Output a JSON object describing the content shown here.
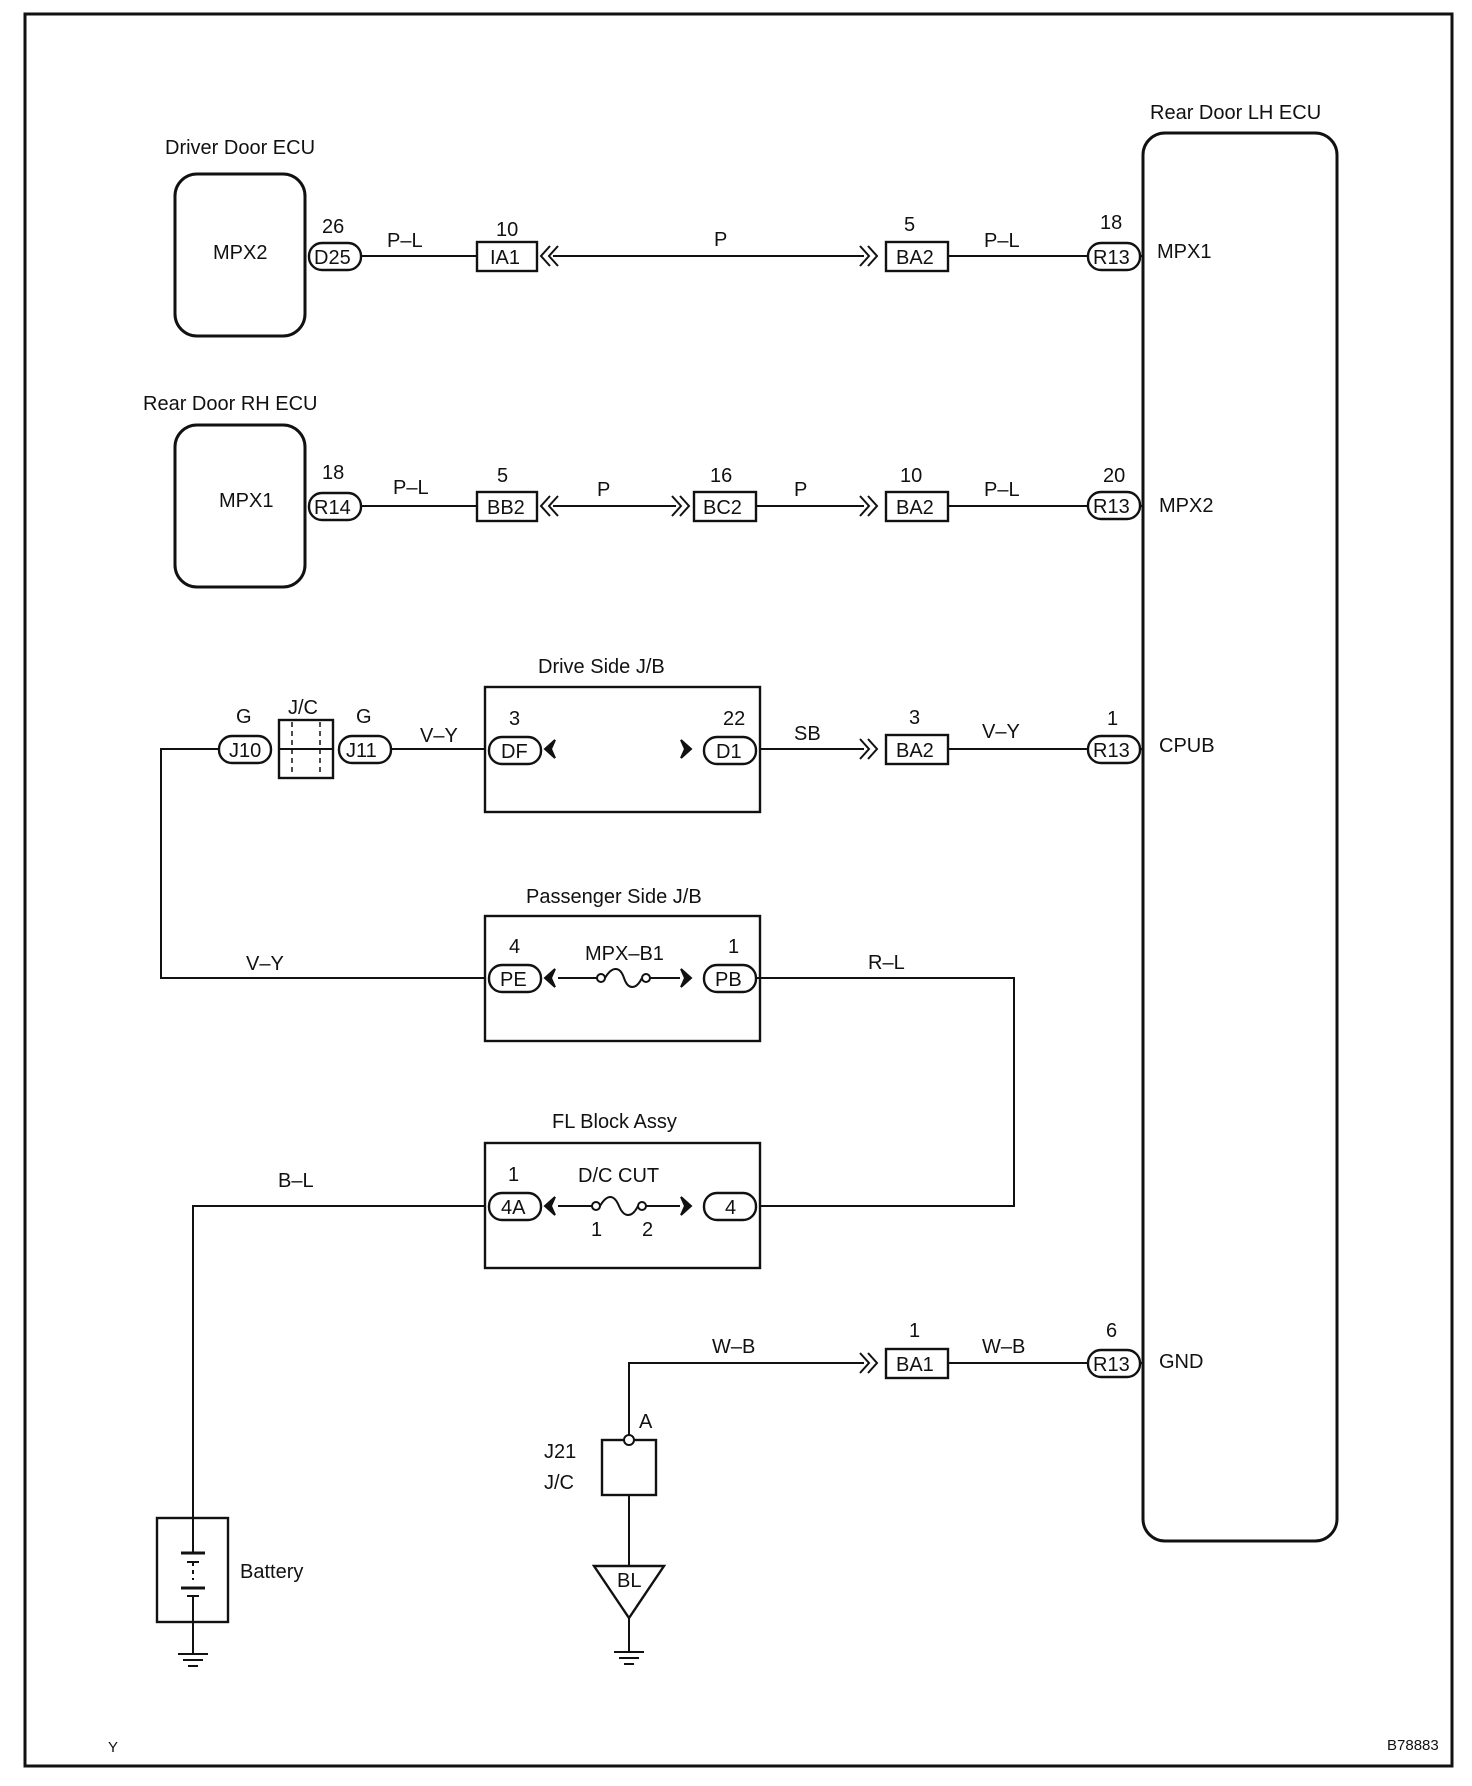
{
  "ecus": {
    "driver_door": {
      "title": "Driver Door ECU",
      "terminal": "MPX2"
    },
    "rear_rh": {
      "title": "Rear Door RH ECU",
      "terminal": "MPX1"
    },
    "rear_lh": {
      "title": "Rear Door LH ECU",
      "terminals": [
        "MPX1",
        "MPX2",
        "CPUB",
        "GND"
      ]
    }
  },
  "circuit1": {
    "d25_pin": "26",
    "d25": "D25",
    "wire_a": "P–L",
    "ia1_pin": "10",
    "ia1": "IA1",
    "wire_b": "P",
    "ba2_pin": "5",
    "ba2": "BA2",
    "wire_c": "P–L",
    "r13_pin": "18",
    "r13": "R13"
  },
  "circuit2": {
    "r14_pin": "18",
    "r14": "R14",
    "wire_a": "P–L",
    "bb2_pin": "5",
    "bb2": "BB2",
    "wire_b": "P",
    "bc2_pin": "16",
    "bc2": "BC2",
    "wire_c": "P",
    "ba2_pin": "10",
    "ba2": "BA2",
    "wire_d": "P–L",
    "r13_pin": "20",
    "r13": "R13"
  },
  "circuit3": {
    "jb_title": "Drive Side J/B",
    "jc_label": "J/C",
    "g_left": "G",
    "j10": "J10",
    "g_right": "G",
    "j11": "J11",
    "wire_a": "V–Y",
    "df_pin": "3",
    "df": "DF",
    "d1_pin": "22",
    "d1": "D1",
    "wire_b": "SB",
    "ba2_pin": "3",
    "ba2": "BA2",
    "wire_c": "V–Y",
    "r13_pin": "1",
    "r13": "R13"
  },
  "circuit4": {
    "jb_title": "Passenger Side J/B",
    "wire_left": "V–Y",
    "pe_pin": "4",
    "pe": "PE",
    "fuse": "MPX–B1",
    "pb_pin": "1",
    "pb": "PB",
    "wire_right": "R–L"
  },
  "circuit5": {
    "block_title": "FL Block Assy",
    "wire_left": "B–L",
    "a4_pin": "1",
    "a4": "4A",
    "fuse": "D/C CUT",
    "fuse_pin1": "1",
    "fuse_pin2": "2",
    "right_conn": "4"
  },
  "circuit6": {
    "wire_a": "W–B",
    "ba1_pin": "1",
    "ba1": "BA1",
    "wire_b": "W–B",
    "r13_pin": "6",
    "r13": "R13",
    "junction": "A",
    "jc_id": "J21",
    "jc": "J/C",
    "ground": "BL"
  },
  "battery": "Battery",
  "footer": {
    "left": "Y",
    "right": "B78883"
  }
}
